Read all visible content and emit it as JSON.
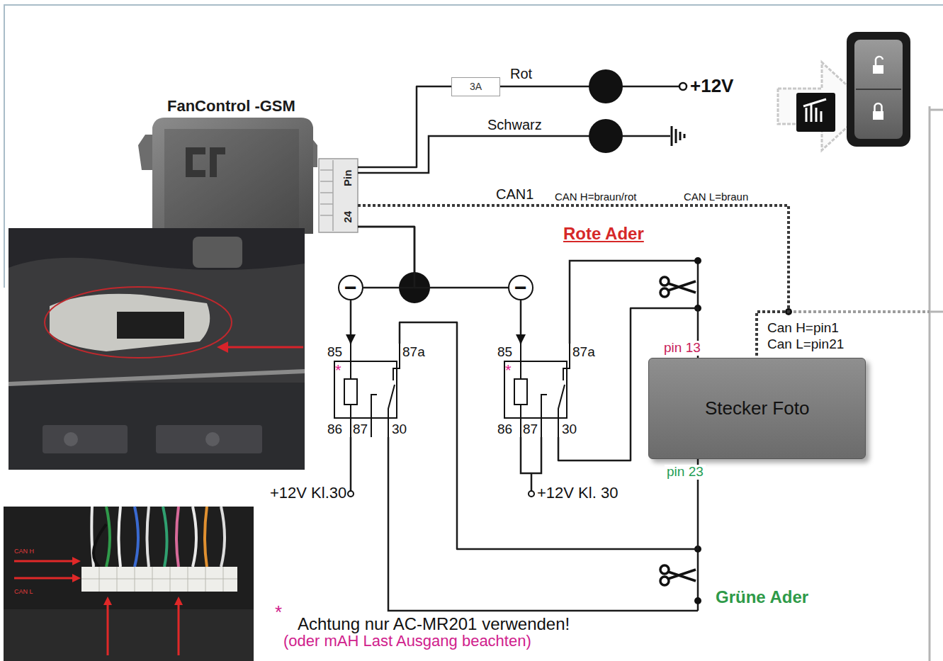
{
  "diagram": {
    "nodes": [
      {
        "text": [
          "FanControl -GSM"
        ]
      },
      {
        "text": [
          "Pin",
          "24"
        ]
      },
      {
        "text": [
          "3A"
        ]
      },
      {
        "text": [
          "−"
        ]
      },
      {
        "text": [
          "−"
        ]
      },
      {
        "text": [
          "85",
          "87a",
          "*",
          "86",
          "87",
          "30"
        ]
      },
      {
        "text": [
          "85",
          "87a",
          "*",
          "86",
          "87",
          "30"
        ]
      },
      {
        "text": [
          "Stecker Foto"
        ]
      }
    ],
    "edges": [
      {
        "from": 1,
        "to": 2,
        "arrow": "none"
      },
      {
        "from": 1,
        "to": 7,
        "arrow": "none"
      },
      {
        "from": 1,
        "to": 3,
        "arrow": "none"
      },
      {
        "from": 1,
        "to": 4,
        "arrow": "none"
      },
      {
        "from": 3,
        "to": 5,
        "arrow": "to"
      },
      {
        "from": 4,
        "to": 6,
        "arrow": "to"
      },
      {
        "from": 6,
        "to": 7,
        "arrow": "none"
      },
      {
        "from": 5,
        "to": 7,
        "arrow": "none"
      }
    ],
    "labels": [
      "Rot",
      "Schwarz",
      "+12V",
      "CAN1",
      "CAN H=braun/rot",
      "CAN L=braun",
      "Rote Ader",
      "pin 13",
      "Can H=pin1",
      "Can L=pin21",
      "pin 23",
      "Grüne Ader",
      "+12V Kl.30",
      "+12V Kl. 30",
      "*",
      "Achtung nur AC-MR201 verwenden!",
      "(oder mAH Last Ausgang beachten)",
      "CAN H",
      "CAN L"
    ]
  }
}
